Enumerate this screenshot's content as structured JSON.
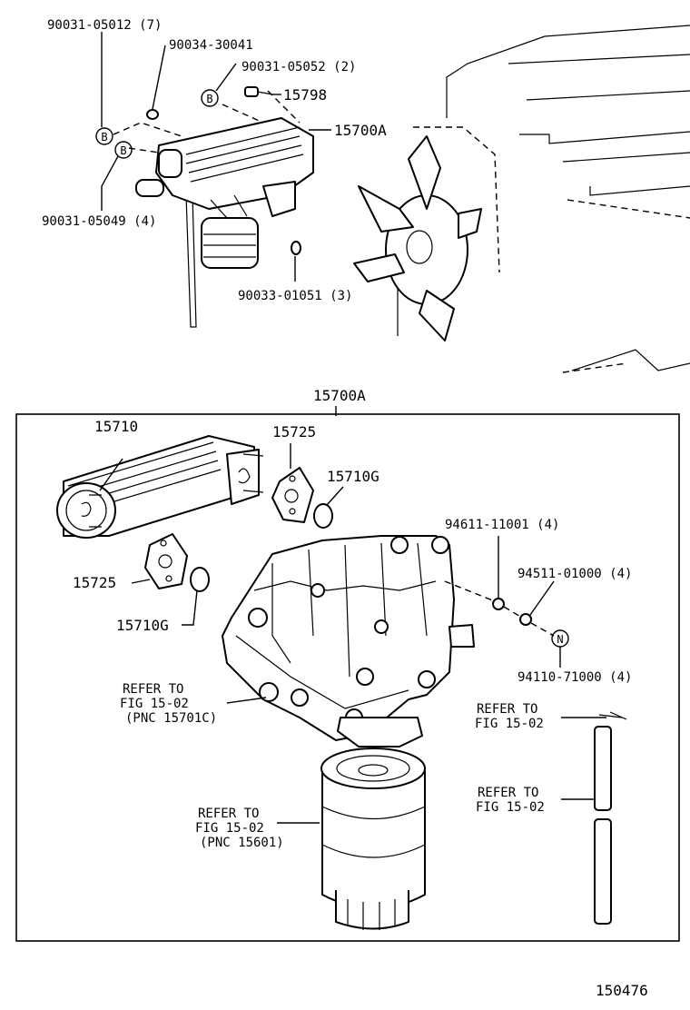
{
  "labels": {
    "p90031_05012": "90031-05012 (7)",
    "p90034_30041": "90034-30041",
    "p90031_05052": "90031-05052 (2)",
    "p15798": "15798",
    "p15700A_top": "15700A",
    "p90031_05049": "90031-05049 (4)",
    "p90033_01051": "90033-01051 (3)",
    "p15700A_box": "15700A",
    "p15710": "15710",
    "p15725_a": "15725",
    "p15710G_a": "15710G",
    "p15725_b": "15725",
    "p15710G_b": "15710G",
    "p94611_11001": "94611-11001 (4)",
    "p94511_01000": "94511-01000 (4)",
    "p94110_71000": "94110-71000 (4)",
    "circle_B": "B",
    "circle_N": "N",
    "diagram_code": "150476"
  },
  "refs": {
    "ref1": [
      "REFER TO",
      "FIG 15-02",
      "(PNC 15701C)"
    ],
    "ref2": [
      "REFER TO",
      "FIG 15-02"
    ],
    "ref3": [
      "REFER TO",
      "FIG 15-02"
    ],
    "ref4": [
      "REFER TO",
      "FIG 15-02",
      "(PNC 15601)"
    ]
  }
}
